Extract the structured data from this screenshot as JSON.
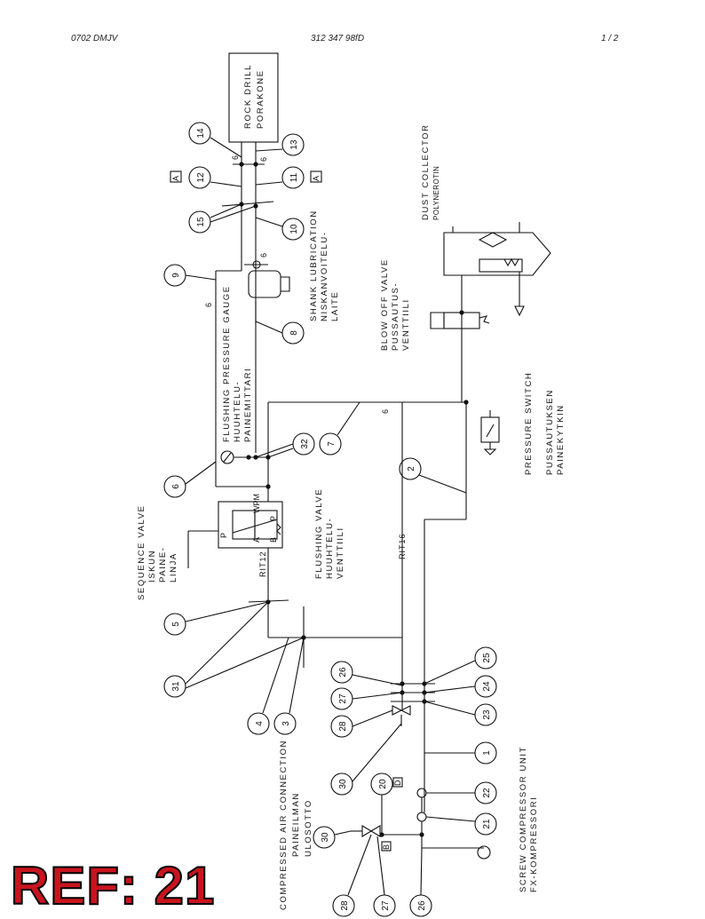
{
  "header": {
    "doc_code": "0702 DMJV",
    "doc_number": "312 347 98fD",
    "page": "1 / 2"
  },
  "components": {
    "rock_drill": [
      "ROCK DRILL",
      "PORAKONE"
    ],
    "dust_collector": [
      "DUST COLLECTOR",
      "POLYNEROTIN"
    ],
    "shank_lubrication": [
      "SHANK LUBRICATION",
      "NISKANVOITELU-",
      "LAITE"
    ],
    "blow_off_valve": [
      "BLOW OFF VALVE",
      "PUSSAUTUS-",
      "VENTTIILI"
    ],
    "flushing_pressure_gauge": [
      "FLUSHING PRESSURE GAUGE",
      "HUUHTELU-",
      "PAINEMITTARI"
    ],
    "pressure_switch": [
      "PRESSURE SWITCH",
      "PUSSAUTUKSEN",
      "PAINEKYTKIN"
    ],
    "sequence_valve": [
      "SEQUENCE VALVE",
      "ISKUN",
      "PAINE-",
      "LINJA"
    ],
    "flushing_valve": [
      "FLUSHING VALVE",
      "HUUHTELU-",
      "VENTTIILI"
    ],
    "compressed_air_connection": [
      "COMPRESSED AIR CONNECTION",
      "PAINEILMAN",
      "ULOSOTTO"
    ],
    "screw_compressor": [
      "SCREW COMPRESSOR UNIT",
      "FX-KOMPRESSORI"
    ]
  },
  "line_labels": {
    "size_6": "6",
    "rit12": "RIT12",
    "rit16": "RIT16",
    "box_a": "A",
    "box_b": "B",
    "box_d": "D"
  },
  "valve_ports": {
    "wpm": "WPM",
    "p": "P",
    "a": "A",
    "b": "B"
  },
  "callouts": [
    "14",
    "13",
    "12",
    "11",
    "15",
    "10",
    "9",
    "8",
    "6",
    "32",
    "7",
    "2",
    "5",
    "31",
    "4",
    "3",
    "26",
    "25",
    "27",
    "24",
    "28",
    "23",
    "1",
    "30",
    "20",
    "22",
    "21",
    "26",
    "27",
    "28",
    "30"
  ],
  "ref_label": "REF: 21"
}
